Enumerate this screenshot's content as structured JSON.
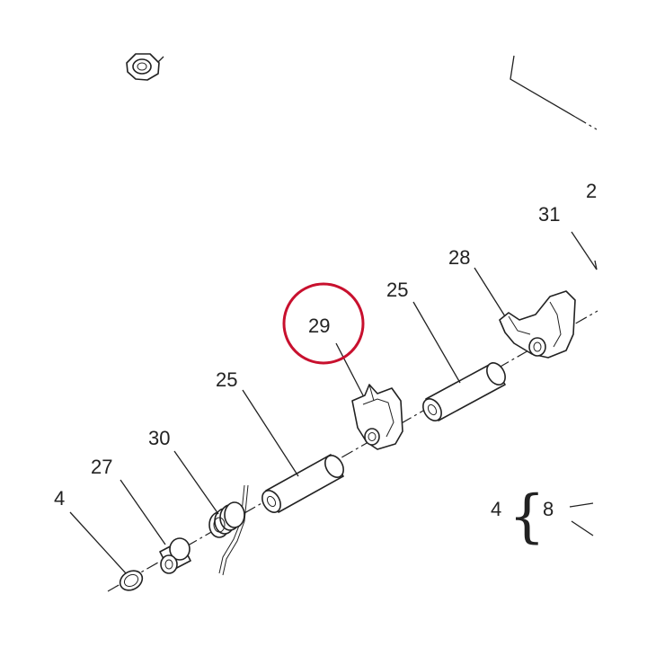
{
  "labels": {
    "p4_left": "4",
    "p27": "27",
    "p30": "30",
    "p25_left": "25",
    "p29": "29",
    "p25_right": "25",
    "p28": "28",
    "p31": "31",
    "p2_partial": "2",
    "group_4": "4",
    "group_8": "8"
  },
  "highlight": {
    "part": "29",
    "color": "#c8102e"
  },
  "brace_char": "{"
}
